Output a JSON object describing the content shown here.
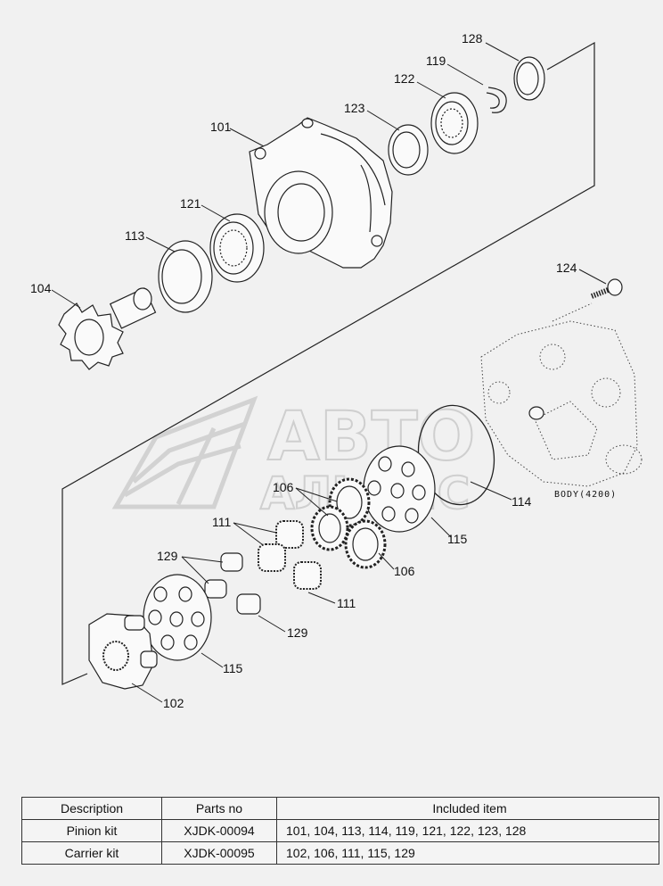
{
  "callouts": {
    "p101": "101",
    "p102": "102",
    "p104": "104",
    "p106a": "106",
    "p106b": "106",
    "p111a": "111",
    "p111b": "111",
    "p113": "113",
    "p114": "114",
    "p115a": "115",
    "p115b": "115",
    "p119": "119",
    "p121": "121",
    "p122": "122",
    "p123": "123",
    "p124": "124",
    "p128": "128",
    "p129a": "129",
    "p129b": "129"
  },
  "body_label": "BODY(4200)",
  "watermark": {
    "line1": "АВТО",
    "line2": "АЛЬЯНС"
  },
  "table": {
    "headers": [
      "Description",
      "Parts no",
      "Included item"
    ],
    "rows": [
      [
        "Pinion kit",
        "XJDK-00094",
        "101, 104, 113, 114, 119, 121, 122, 123, 128"
      ],
      [
        "Carrier kit",
        "XJDK-00095",
        "102, 106, 111, 115, 129"
      ]
    ]
  }
}
